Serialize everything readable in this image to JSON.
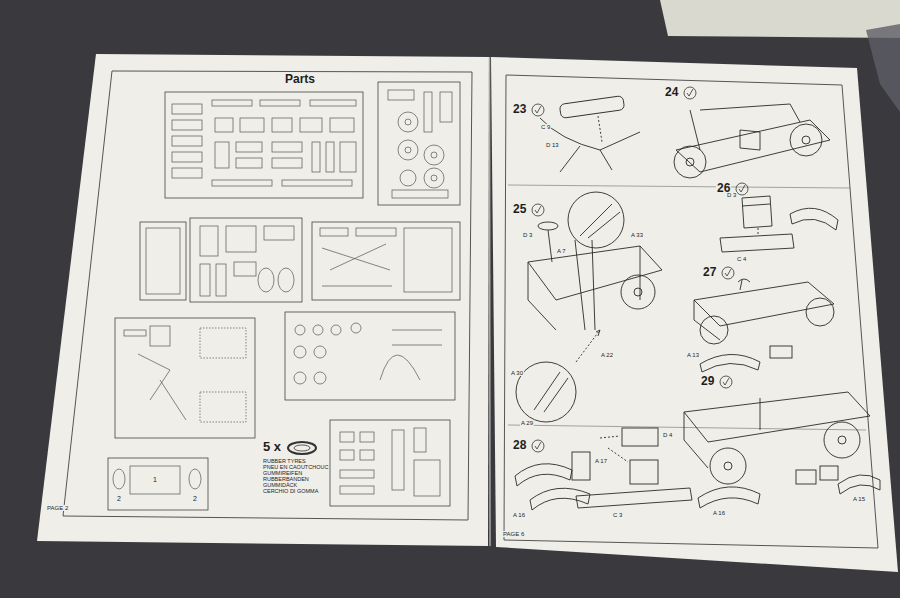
{
  "diagram": {
    "title": "Parts",
    "labels": [
      "PAGE 2",
      "5 x",
      "RUBBER TYRES",
      "PNEU EN CAOUTCHOUC",
      "GUMMIREIFEN",
      "RUBBERBANDEN",
      "GUMMIDÄCK",
      "CERCHIO DI GOMMA",
      "2",
      "1",
      "2",
      "PAGE 6",
      "23",
      "24",
      "25",
      "26",
      "27",
      "28",
      "29",
      "C 9",
      "D 13",
      "A 33",
      "D 3",
      "A 7",
      "A 22",
      "A 30",
      "A 29",
      "D 3",
      "C 4",
      "A 13",
      "A 15",
      "A 16",
      "A 17",
      "C 3",
      "D 4",
      "A 16"
    ]
  }
}
